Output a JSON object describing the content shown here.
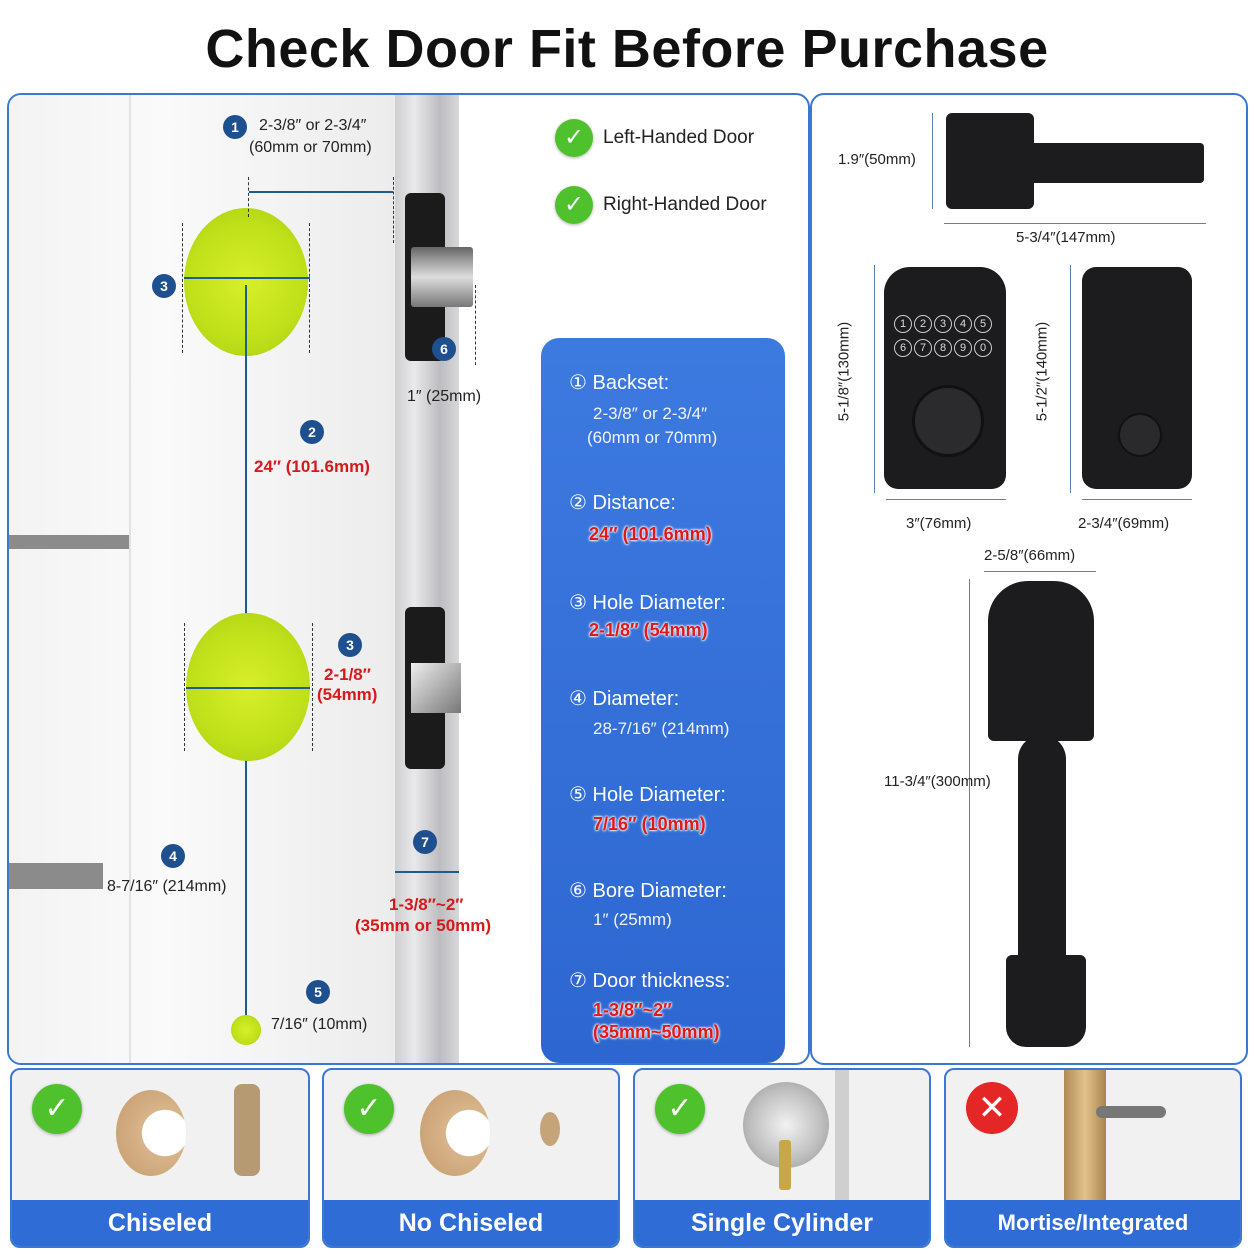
{
  "title": "Check Door Fit Before Purchase",
  "door_diagram": {
    "m1_num": "1",
    "m1_line1": "2-3/8″ or 2-3/4″",
    "m1_line2": "(60mm or 70mm)",
    "m2_num": "2",
    "m2_text": "24″ (101.6mm)",
    "m3_num": "3",
    "m3_num_b": "3",
    "m3_line1": "2-1/8″",
    "m3_line2": "(54mm)",
    "m4_num": "4",
    "m4_text": "8-7/16″ (214mm)",
    "m5_num": "5",
    "m5_text": "7/16″ (10mm)",
    "m6_num": "6",
    "m6_text": "1″ (25mm)",
    "m7_num": "7",
    "m7_line1": "1-3/8″~2″",
    "m7_line2": "(35mm or 50mm)"
  },
  "handedness": [
    {
      "label": "Left-Handed Door"
    },
    {
      "label": "Right-Handed Door"
    }
  ],
  "specs": [
    {
      "num": "①",
      "label": "Backset:",
      "value": "2-3/8″ or 2-3/4″",
      "value2": "(60mm or 70mm)"
    },
    {
      "num": "②",
      "label": "Distance:",
      "value": "24″ (101.6mm)"
    },
    {
      "num": "③",
      "label": "Hole Diameter:",
      "value": "2-1/8″ (54mm)"
    },
    {
      "num": "④",
      "label": "Diameter:",
      "value": "28-7/16″ (214mm)"
    },
    {
      "num": "⑤",
      "label": "Hole Diameter:",
      "value": "7/16″ (10mm)"
    },
    {
      "num": "⑥",
      "label": "Bore Diameter:",
      "value": "1″ (25mm)"
    },
    {
      "num": "⑦",
      "label": "Door thickness:",
      "value": "1-3/8″~2″",
      "value2": "(35mm~50mm)"
    }
  ],
  "product_dims": {
    "lever_height": "1.9″(50mm)",
    "lever_width": "5-3/4″(147mm)",
    "keypad_height": "5-1/8″(130mm)",
    "keypad_width": "3″(76mm)",
    "back_height": "5-1/2″(140mm)",
    "back_width": "2-3/4″(69mm)",
    "handle_width": "2-5/8″(66mm)",
    "handle_height": "11-3/4″(300mm)",
    "keys": [
      "1",
      "2",
      "3",
      "4",
      "5",
      "6",
      "7",
      "8",
      "9",
      "0"
    ]
  },
  "compatibility": [
    {
      "label": "Chiseled",
      "ok": true
    },
    {
      "label": "No Chiseled",
      "ok": true
    },
    {
      "label": "Single Cylinder",
      "ok": true
    },
    {
      "label": "Mortise/Integrated",
      "ok": false
    }
  ],
  "colors": {
    "accent_blue": "#2f6cd6",
    "check_green": "#4fc12c",
    "cross_red": "#e52626",
    "hole_yellow": "#c6e41e",
    "warning_red": "#d61a1a"
  }
}
